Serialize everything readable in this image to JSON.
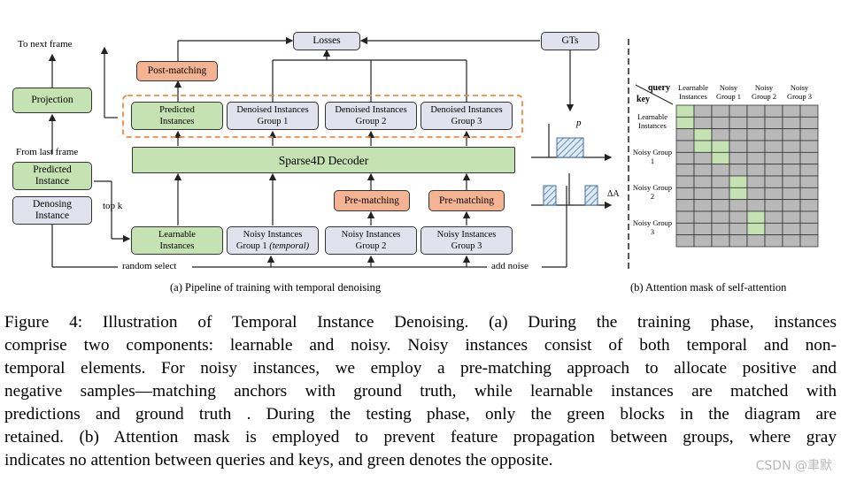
{
  "panel_a": {
    "to_next_frame": "To next frame",
    "projection": "Projection",
    "from_last_frame": "From last frame",
    "predicted_instance": "Predicted Instance",
    "denosing_instance": "Denosing Instance",
    "top_k": "top k",
    "random_select": "random select",
    "add_noise": "add noise",
    "losses": "Losses",
    "gts": "GTs",
    "post_matching": "Post-matching",
    "decoder": "Sparse4D Decoder",
    "out_predicted": "Predicted Instances",
    "out_denoised_1": "Denoised Instances Group 1",
    "out_denoised_2": "Denoised Instances Group 2",
    "out_denoised_3": "Denoised Instances Group 3",
    "pre_matching_1": "Pre-matching",
    "pre_matching_2": "Pre-matching",
    "in_learnable": "Learnable Instances",
    "in_noisy_1_a": "Noisy Instances",
    "in_noisy_1_b": "Group 1",
    "in_noisy_1_c": "(temporal)",
    "in_noisy_2": "Noisy Instances Group 2",
    "in_noisy_3": "Noisy Instances Group 3",
    "p_label": "p",
    "delta_a_label": "ΔA",
    "subcaption": "(a) Pipeline of training with temporal denoising"
  },
  "panel_b": {
    "query": "query",
    "key": "key",
    "col_headers": [
      "Learnable Instances",
      "Noisy Group 1",
      "Noisy Group 2",
      "Noisy Group 3"
    ],
    "row_headers": [
      "Learnable Instances",
      "Noisy Group 1",
      "Noisy Group 2",
      "Noisy Group 3"
    ],
    "mask_rows": [
      [
        1,
        1,
        0,
        0,
        0,
        0,
        0,
        0,
        0,
        0,
        0,
        0,
        0,
        0,
        0,
        0
      ],
      [
        1,
        1,
        0,
        0,
        0,
        0,
        0,
        0,
        0,
        0,
        0,
        0,
        0,
        0,
        0,
        0
      ],
      [
        0,
        0,
        1,
        1,
        0,
        0,
        0,
        0,
        0,
        0,
        0,
        0,
        0,
        0,
        0,
        0
      ],
      [
        0,
        0,
        1,
        1,
        1,
        1,
        0,
        0,
        0,
        0,
        0,
        0,
        0,
        0,
        0,
        0
      ],
      [
        0,
        0,
        0,
        0,
        1,
        1,
        0,
        0,
        0,
        0,
        0,
        0,
        0,
        0,
        0,
        0
      ],
      [
        0,
        0,
        0,
        0,
        0,
        0,
        0,
        0,
        0,
        0,
        0,
        0,
        0,
        0,
        0,
        0
      ],
      [
        0,
        0,
        0,
        0,
        0,
        0,
        1,
        1,
        0,
        0,
        0,
        0,
        0,
        0,
        0,
        0
      ],
      [
        0,
        0,
        0,
        0,
        0,
        0,
        1,
        1,
        0,
        0,
        0,
        0,
        0,
        0,
        0,
        0
      ],
      [
        0,
        0,
        0,
        0,
        0,
        0,
        0,
        0,
        0,
        0,
        0,
        0,
        0,
        0,
        0,
        0
      ],
      [
        0,
        0,
        0,
        0,
        0,
        0,
        0,
        0,
        1,
        1,
        0,
        0,
        0,
        0,
        0,
        0
      ],
      [
        0,
        0,
        0,
        0,
        0,
        0,
        0,
        0,
        1,
        1,
        0,
        0,
        0,
        0,
        0,
        0
      ],
      [
        0,
        0,
        0,
        0,
        0,
        0,
        0,
        0,
        0,
        0,
        0,
        0,
        0,
        0,
        0,
        0
      ]
    ],
    "colors": {
      "attend": "#c5e3b2",
      "block": "#b9b9b9"
    },
    "subcaption": "(b) Attention mask of self-attention"
  },
  "caption_lines": [
    "Figure 4: Illustration of Temporal Instance Denoising. (a) During the training phase, instances",
    "comprise two components: learnable and noisy. Noisy instances consist of both temporal and non-",
    "temporal elements. For noisy instances, we employ a pre-matching approach to allocate positive and",
    "negative samples—matching anchors with ground truth, while learnable instances are matched with",
    "predictions and ground truth . During the testing phase, only the green blocks in the diagram are",
    "retained. (b) Attention mask is employed to prevent feature propagation between groups, where gray",
    "indicates no attention between queries and keys, and green denotes the opposite."
  ],
  "watermark": "CSDN @聿默"
}
